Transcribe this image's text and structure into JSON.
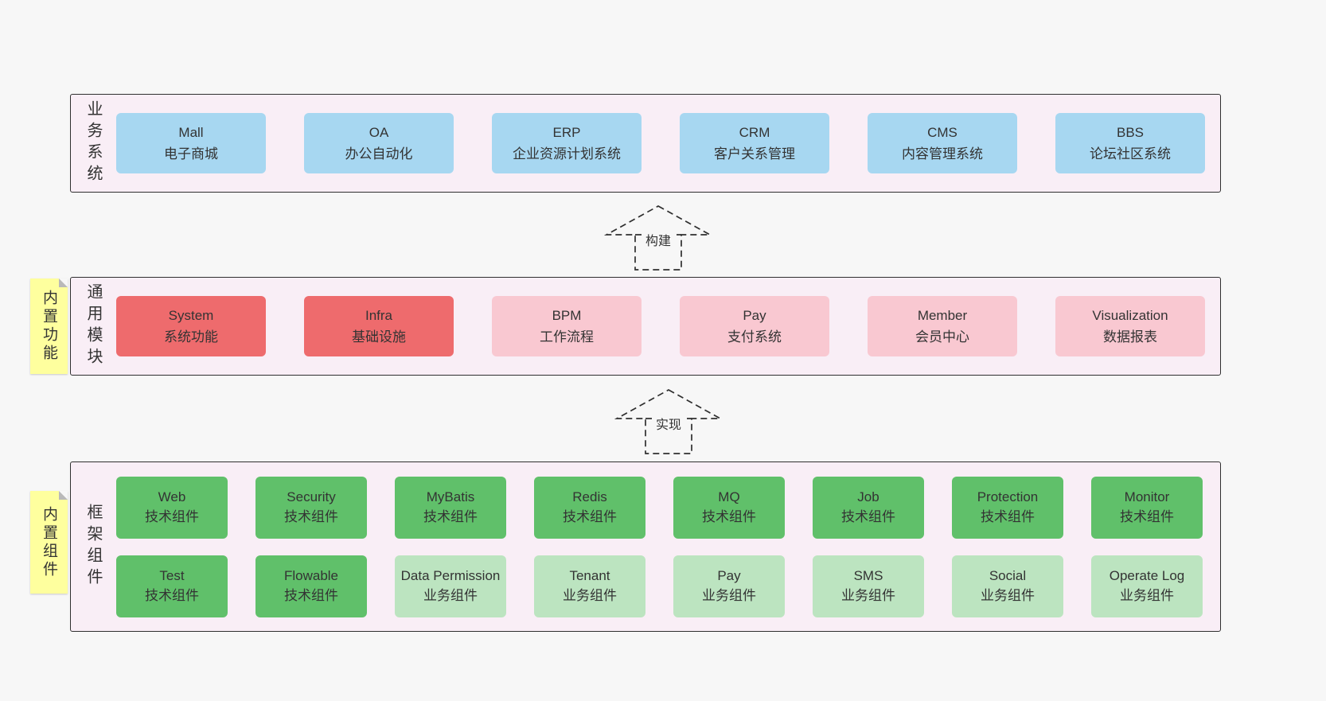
{
  "arrows": {
    "build": "构建",
    "implement": "实现"
  },
  "band1": {
    "side_label": "业务系统",
    "items": [
      {
        "title": "Mall",
        "subtitle": "电子商城"
      },
      {
        "title": "OA",
        "subtitle": "办公自动化"
      },
      {
        "title": "ERP",
        "subtitle": "企业资源计划系统"
      },
      {
        "title": "CRM",
        "subtitle": "客户关系管理"
      },
      {
        "title": "CMS",
        "subtitle": "内容管理系统"
      },
      {
        "title": "BBS",
        "subtitle": "论坛社区系统"
      }
    ]
  },
  "band2": {
    "side_label": "通用模块",
    "sticky_label": "内置功能",
    "items": [
      {
        "title": "System",
        "subtitle": "系统功能",
        "variant": "red"
      },
      {
        "title": "Infra",
        "subtitle": "基础设施",
        "variant": "red"
      },
      {
        "title": "BPM",
        "subtitle": "工作流程",
        "variant": "pink"
      },
      {
        "title": "Pay",
        "subtitle": "支付系统",
        "variant": "pink"
      },
      {
        "title": "Member",
        "subtitle": "会员中心",
        "variant": "pink"
      },
      {
        "title": "Visualization",
        "subtitle": "数据报表",
        "variant": "pink"
      }
    ]
  },
  "band3": {
    "side_label": "框架组件",
    "sticky_label": "内置组件",
    "row1": [
      {
        "title": "Web",
        "subtitle": "技术组件",
        "variant": "green-dark"
      },
      {
        "title": "Security",
        "subtitle": "技术组件",
        "variant": "green-dark"
      },
      {
        "title": "MyBatis",
        "subtitle": "技术组件",
        "variant": "green-dark"
      },
      {
        "title": "Redis",
        "subtitle": "技术组件",
        "variant": "green-dark"
      },
      {
        "title": "MQ",
        "subtitle": "技术组件",
        "variant": "green-dark"
      },
      {
        "title": "Job",
        "subtitle": "技术组件",
        "variant": "green-dark"
      },
      {
        "title": "Protection",
        "subtitle": "技术组件",
        "variant": "green-dark"
      },
      {
        "title": "Monitor",
        "subtitle": "技术组件",
        "variant": "green-dark"
      }
    ],
    "row2": [
      {
        "title": "Test",
        "subtitle": "技术组件",
        "variant": "green-dark"
      },
      {
        "title": "Flowable",
        "subtitle": "技术组件",
        "variant": "green-dark"
      },
      {
        "title": "Data Permission",
        "subtitle": "业务组件",
        "variant": "green-light"
      },
      {
        "title": "Tenant",
        "subtitle": "业务组件",
        "variant": "green-light"
      },
      {
        "title": "Pay",
        "subtitle": "业务组件",
        "variant": "green-light"
      },
      {
        "title": "SMS",
        "subtitle": "业务组件",
        "variant": "green-light"
      },
      {
        "title": "Social",
        "subtitle": "业务组件",
        "variant": "green-light"
      },
      {
        "title": "Operate Log",
        "subtitle": "业务组件",
        "variant": "green-light"
      }
    ]
  },
  "colors": {
    "page_bg": "#f7f7f7",
    "band_bg": "#f9eef6",
    "band_border": "#2f2f2f",
    "blue": "#a7d7f1",
    "red": "#ee6b6d",
    "pink": "#f9c8d1",
    "green_dark": "#60c06a",
    "green_light": "#bce4c0",
    "sticky": "#feff9e",
    "ink": "#333333"
  }
}
